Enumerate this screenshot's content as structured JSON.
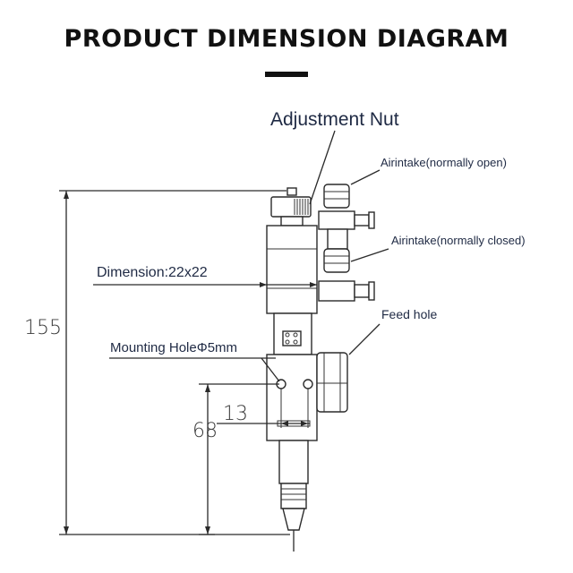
{
  "title": "PRODUCT DIMENSION DIAGRAM",
  "colors": {
    "title": "#111111",
    "label": "#1f2a44",
    "line": "#2a2a2a"
  },
  "labels": {
    "adjustment_nut": "Adjustment Nut",
    "airintake_open": "Airintake(normally open)",
    "airintake_closed": "Airintake(normally closed)",
    "dimension": "Dimension:22x22",
    "feed_hole": "Feed hole",
    "mounting_hole": "Mounting HoleΦ5mm"
  },
  "dimensions": {
    "overall_height": "155",
    "mount_height": "68",
    "hole_offset": "13"
  }
}
